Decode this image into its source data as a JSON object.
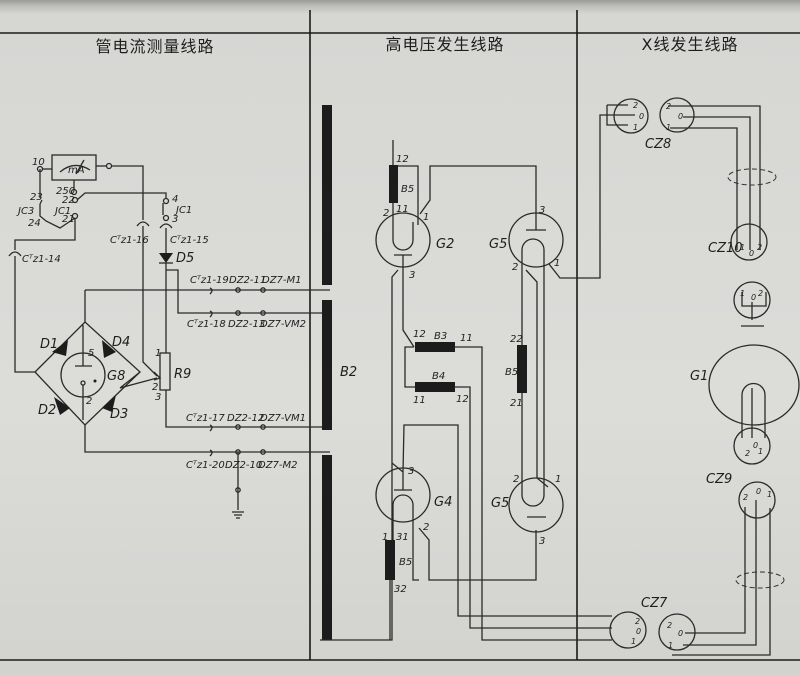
{
  "titles": {
    "current": "管电流测量线路",
    "high_voltage": "高电压发生线路",
    "xray": "X线发生线路"
  },
  "current_section": {
    "meter": "mA",
    "terminals": {
      "t10": "10",
      "t250": "250",
      "t22": "22",
      "t21": "21",
      "t23": "23",
      "t24": "24",
      "t4": "4",
      "t3": "3",
      "r1": "1",
      "r2": "2",
      "r3": "3",
      "g5": "5",
      "g2": "2"
    },
    "switches": {
      "jc3": "JC3",
      "jc1a": "JC1",
      "jc1b": "JC1"
    },
    "connectors": {
      "c14": "Cᵀz1-14",
      "c16": "Cᵀz1-16",
      "c15": "Cᵀz1-15",
      "c19": "Cᵀz1-19",
      "c18": "Cᵀz1-18",
      "c17": "Cᵀz1-17",
      "c20": "Cᵀz1-20"
    },
    "terminals_dz": {
      "dz11": "DZ2-11",
      "dz7m1": "DZ7-M1",
      "dz13": "DZ2-13",
      "dz7vm2": "DZ7-VM2",
      "dz12": "DZ2-12",
      "dz7vm1": "DZ7-VM1",
      "dz10": "DZ2-10",
      "dz7m2": "DZ7-M2"
    },
    "components": {
      "d1": "D1",
      "d2": "D2",
      "d3": "D3",
      "d4": "D4",
      "d5": "D5",
      "g8": "G8",
      "r9": "R9"
    }
  },
  "hv_section": {
    "components": {
      "b2": "B2",
      "b5a": "B5",
      "b5b": "B5",
      "b5c": "B5",
      "b3": "B3",
      "b4": "B4",
      "g2": "G2",
      "g5a": "G5",
      "g5b": "G5",
      "g4": "G4"
    },
    "pins": {
      "b5a12": "12",
      "b5a11": "11",
      "g2p2": "2",
      "g2p1": "1",
      "g2p3": "3",
      "g5ap3": "3",
      "g5ap2": "2",
      "g5ap1": "1",
      "b3p12": "12",
      "b3p11": "11",
      "b4p11": "11",
      "b4p12": "12",
      "b5b22": "22",
      "b5b21": "21",
      "g4p3": "3",
      "g4p2": "2",
      "g4p1": "1",
      "b5c31": "31",
      "b5c32": "32",
      "g5bp2": "2",
      "g5bp1": "1",
      "g5bp3": "3"
    }
  },
  "xray_section": {
    "components": {
      "cz8": "CZ8",
      "cz10": "CZ10",
      "g1": "G1",
      "cz9": "CZ9",
      "cz7": "CZ7"
    },
    "pins": {
      "a2": "2",
      "a0": "0",
      "a1": "1",
      "b2": "2",
      "b0": "0",
      "b1": "1",
      "c1": "1",
      "c0": "0",
      "c2": "2",
      "d1": "1",
      "d2": "2",
      "d0": "0",
      "e0": "0",
      "e2": "2",
      "e1": "1",
      "f2": "2",
      "f0": "0",
      "f1": "1",
      "g2": "2",
      "g0": "0",
      "g1": "1",
      "h2": "2",
      "h0": "0",
      "h1": "1"
    }
  }
}
